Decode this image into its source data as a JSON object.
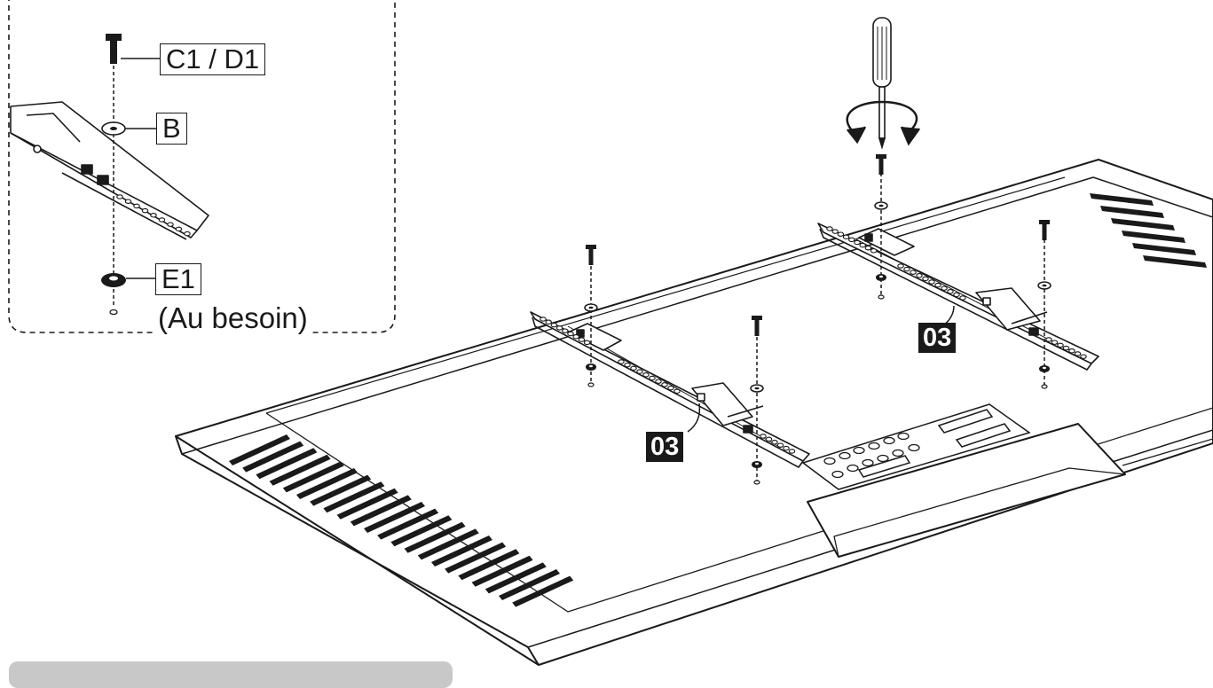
{
  "detail_inset": {
    "labels": {
      "screw": "C1 / D1",
      "washer": "B",
      "nut": "E1"
    },
    "note": "(Au besoin)"
  },
  "part_tags": {
    "left_bracket": "03",
    "right_bracket": "03"
  },
  "colors": {
    "line": "#1a1a1a",
    "fill": "#ffffff",
    "tag_bg": "#1a1a1a",
    "tag_text": "#ffffff"
  },
  "icons": [
    "screwdriver-icon",
    "rotation-arrow-icon",
    "screw-icon",
    "washer-icon",
    "nut-icon"
  ]
}
